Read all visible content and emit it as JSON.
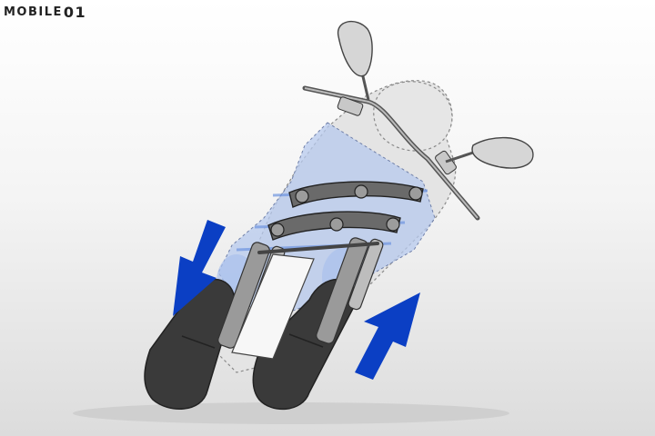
{
  "logo": {
    "text": "MOBILE",
    "mark": "01"
  },
  "colors": {
    "arrow": "#0b3fc4",
    "ghost_fill": "#b7c9ee",
    "frame": "#6a6a6a",
    "tire": "#3a3a3a",
    "outline": "#707070"
  },
  "arrows": [
    {
      "name": "left-wheel-down-arrow",
      "direction": "down-left"
    },
    {
      "name": "right-wheel-up-arrow",
      "direction": "up-right"
    }
  ]
}
